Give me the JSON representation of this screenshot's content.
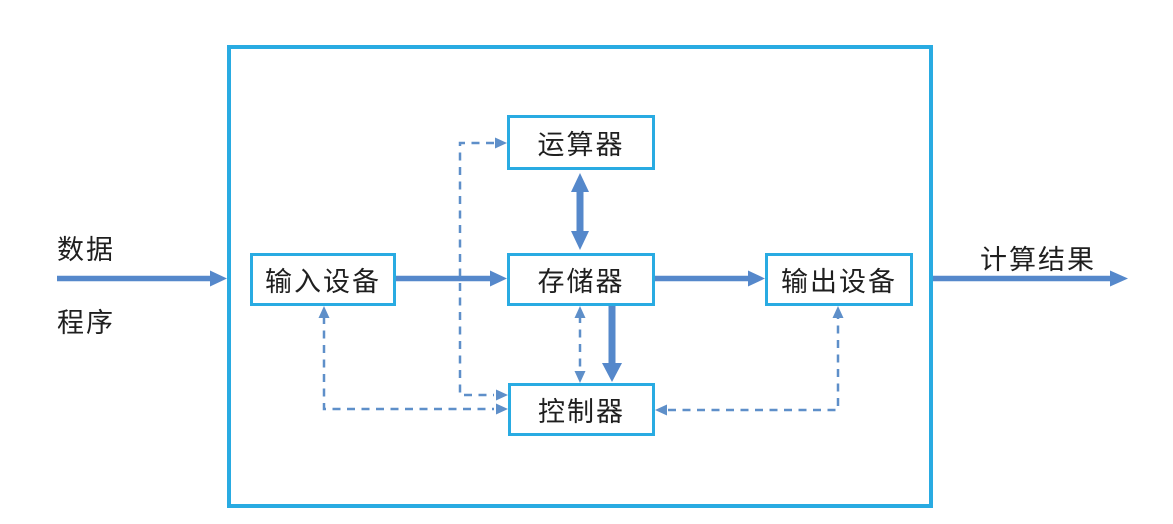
{
  "diagram": {
    "type": "block-diagram",
    "subject": "Computer architecture (von Neumann) data flow diagram",
    "boxes": {
      "alu": {
        "label": "运算器"
      },
      "input": {
        "label": "输入设备"
      },
      "memory": {
        "label": "存储器"
      },
      "output": {
        "label": "输出设备"
      },
      "controller": {
        "label": "控制器"
      }
    },
    "labels": {
      "data": "数据",
      "program": "程序",
      "result": "计算结果"
    },
    "connections": [
      {
        "from": "数据/程序",
        "to": "输入设备",
        "style": "solid",
        "bidirectional": false
      },
      {
        "from": "输入设备",
        "to": "存储器",
        "style": "solid",
        "bidirectional": false
      },
      {
        "from": "存储器",
        "to": "输出设备",
        "style": "solid",
        "bidirectional": false
      },
      {
        "from": "输出设备",
        "to": "计算结果",
        "style": "solid",
        "bidirectional": false
      },
      {
        "from": "存储器",
        "to": "运算器",
        "style": "solid-thick",
        "bidirectional": true
      },
      {
        "from": "存储器",
        "to": "控制器",
        "style": "solid-thick",
        "bidirectional": false
      },
      {
        "from": "控制器",
        "to": "存储器",
        "style": "dashed",
        "bidirectional": true
      },
      {
        "from": "控制器",
        "to": "运算器",
        "style": "dashed",
        "bidirectional": true
      },
      {
        "from": "控制器",
        "to": "输入设备",
        "style": "dashed",
        "bidirectional": true
      },
      {
        "from": "控制器",
        "to": "输出设备",
        "style": "dashed",
        "bidirectional": true
      }
    ],
    "colors": {
      "box_border": "#29ABE2",
      "outer_border": "#29ABE2",
      "arrow_solid": "#5588CB",
      "arrow_dashed": "#5E8FC9",
      "text": "#1f1f1f",
      "background": "#ffffff"
    }
  }
}
